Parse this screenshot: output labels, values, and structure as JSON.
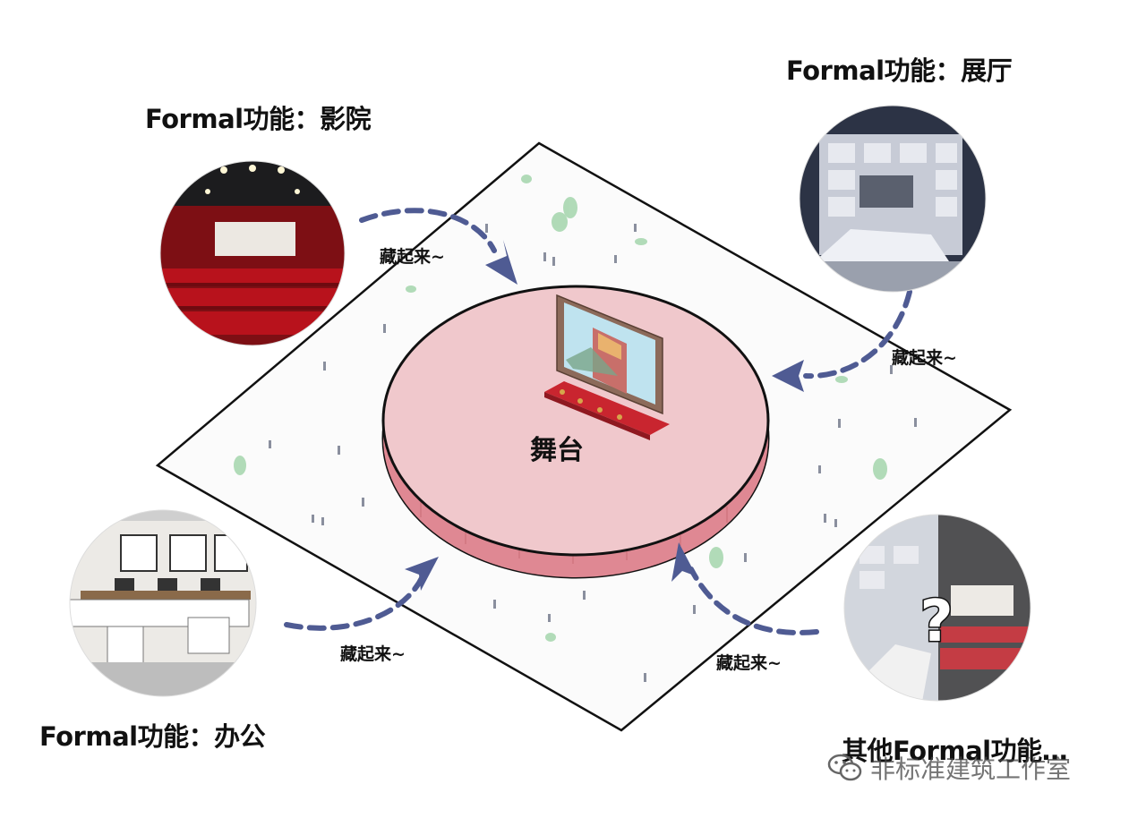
{
  "diagram": {
    "center": {
      "label": "舞台"
    },
    "functions": [
      {
        "id": "cinema",
        "label": "Formal功能：影院",
        "arrow_note": "藏起来~",
        "icon": "cinema-photo"
      },
      {
        "id": "gallery",
        "label": "Formal功能：展厅",
        "arrow_note": "藏起来~",
        "icon": "gallery-photo"
      },
      {
        "id": "office",
        "label": "Formal功能：办公",
        "arrow_note": "藏起来~",
        "icon": "office-photo"
      },
      {
        "id": "other",
        "label": "其他Formal功能…",
        "arrow_note": "藏起来~",
        "icon": "mixed-photo",
        "badge": "?"
      }
    ]
  },
  "watermark": {
    "text": "非标准建筑工作室",
    "icon": "wechat-icon"
  },
  "colors": {
    "stage_top": "#f0c8cc",
    "stage_side": "#e2868f",
    "arrow": "#4f5b93",
    "plane": "#fbfbfb",
    "seat_red": "#b8121c"
  }
}
